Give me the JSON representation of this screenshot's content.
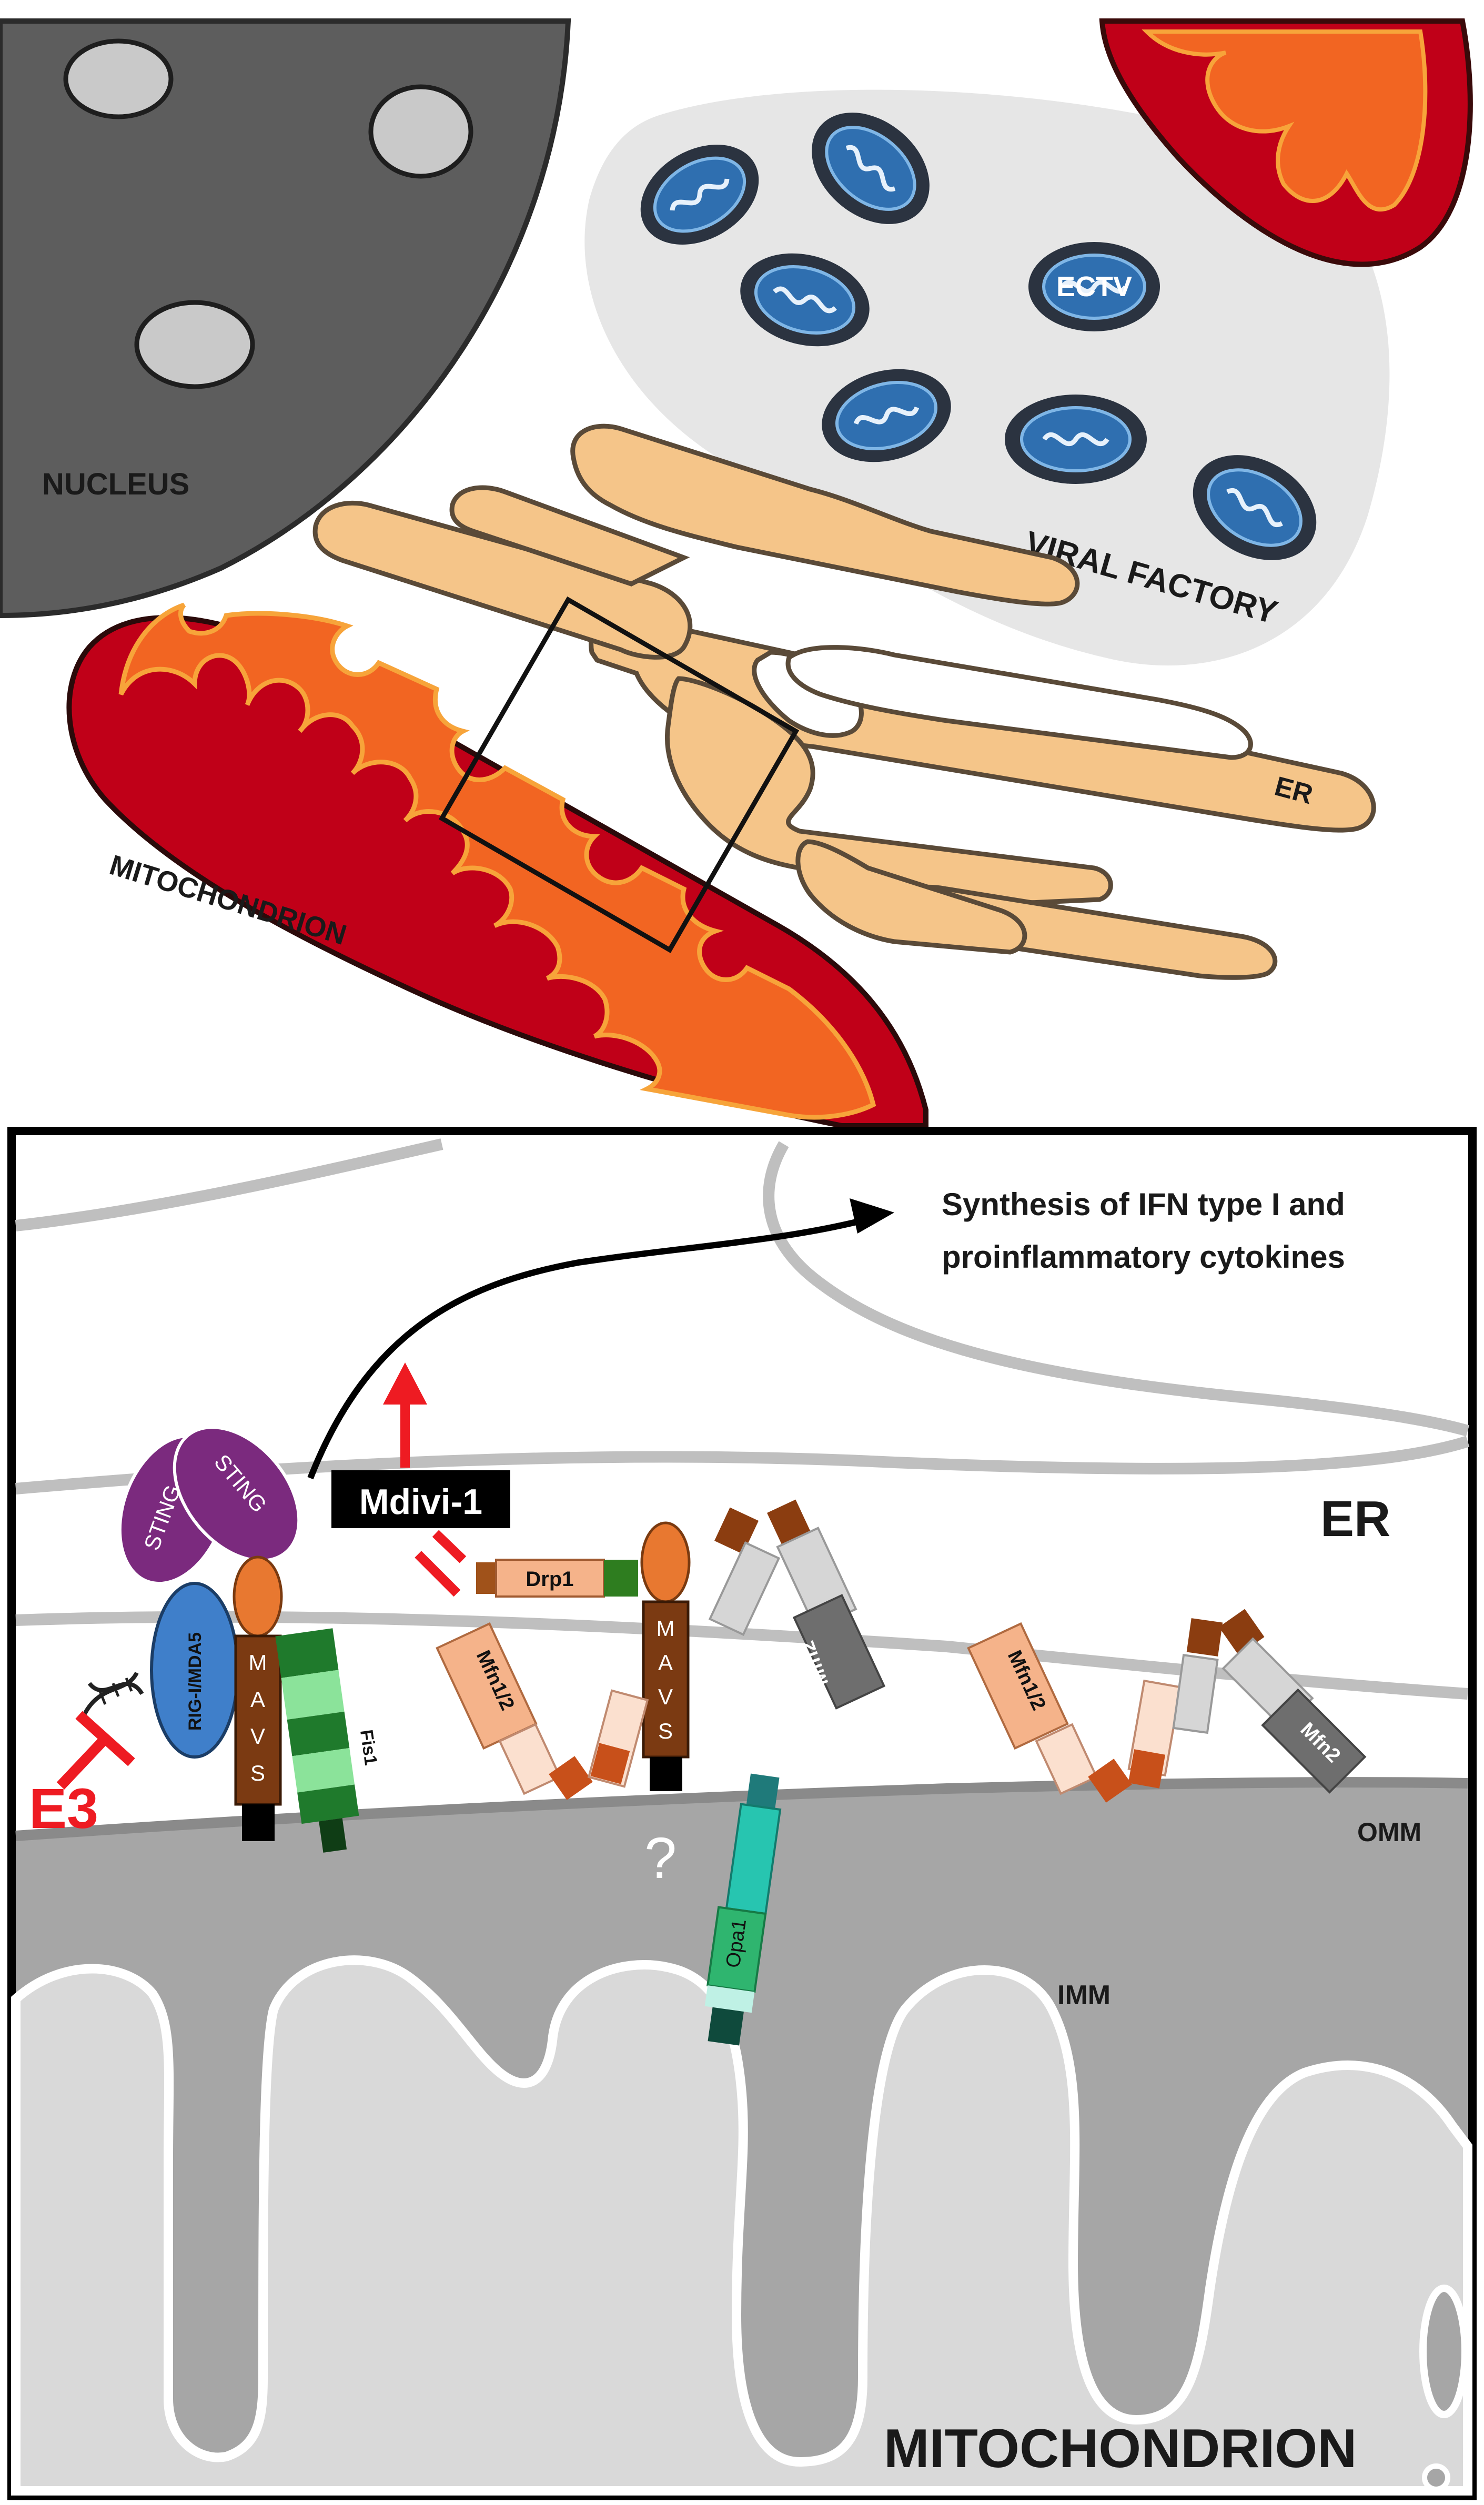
{
  "top_panel": {
    "nucleus_label": "NUCLEUS",
    "viral_factory_label": "VIRAL FACTORY",
    "ectv_label": "ECTV",
    "er_label": "ER",
    "mitochondrion_label": "MITOCHONDRION"
  },
  "bottom_panel": {
    "synthesis_line1": "Synthesis of IFN type I and",
    "synthesis_line2": "proinflammatory cytokines",
    "er_label": "ER",
    "mitochondrion_label": "MITOCHONDRION",
    "omm_label": "OMM",
    "imm_label": "IMM",
    "mdivi_label": "Mdivi-1",
    "e3_label": "E3",
    "question_mark": "?",
    "proteins": {
      "sting_a": "STING",
      "sting_b": "STING",
      "rig_mda5": "RIG-I/MDA5",
      "mavs_left": [
        "M",
        "A",
        "V",
        "S"
      ],
      "mavs_right": [
        "M",
        "A",
        "V",
        "S"
      ],
      "fis1": "Fis1",
      "drp1": "Drp1",
      "mfn12_left": "Mfn1/2",
      "mfn12_right": "Mfn1/2",
      "mfn2_left": "Mfn2",
      "mfn2_right": "Mfn2",
      "opa1": "Opa1"
    }
  },
  "colors": {
    "mito_outer": "#c00018",
    "mito_inner": "#f26522",
    "mito_crista_outline": "#f7a43a",
    "er_fill": "#f5c589",
    "nucleus_fill": "#5d5d5d",
    "viral_factory_fill": "#e6e6e6",
    "virion_fill": "#2f6fb0",
    "inhibitor_red": "#ee1b22",
    "mavs_brown": "#7b3a12",
    "sting_purple": "#7b2a7e",
    "rig_blue": "#3f7fca",
    "opa1_teal": "#27c5b0",
    "fis1_green": "#5ec462"
  }
}
